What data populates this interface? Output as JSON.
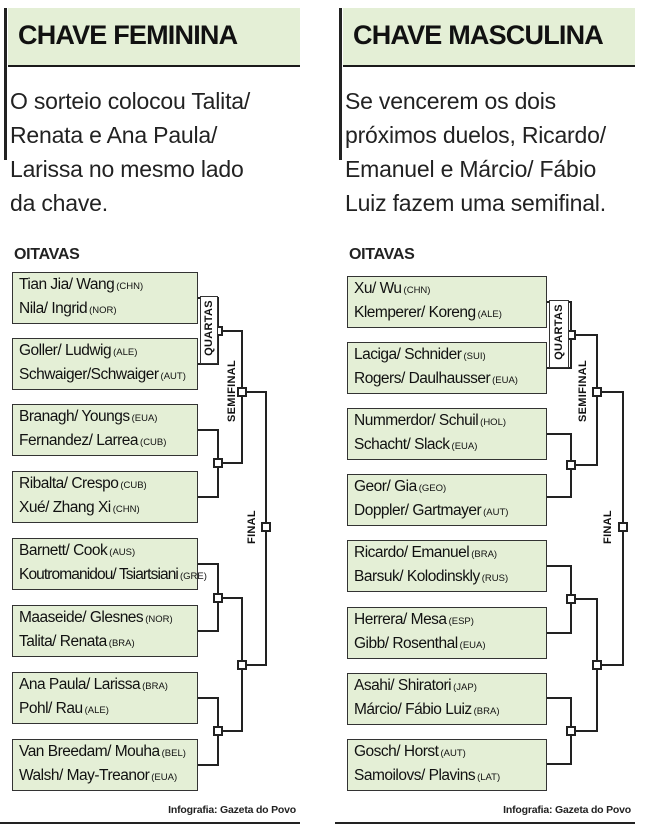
{
  "left": {
    "title": "CHAVE FEMININA",
    "intro": [
      "O sorteio colocou Talita/",
      "Renata e Ana Paula/",
      "Larissa no mesmo lado",
      "da chave."
    ],
    "round_label": "OITAVAS",
    "labels": {
      "quartas": "QUARTAS",
      "semifinal": "SEMIFINAL",
      "final": "FINAL"
    },
    "matches": [
      {
        "a": "Tian Jia/ Wang",
        "a_cc": "(CHN)",
        "b": "Nila/ Ingrid",
        "b_cc": "(NOR)"
      },
      {
        "a": "Goller/ Ludwig",
        "a_cc": "(ALE)",
        "b": "Schwaiger/Schwaiger",
        "b_cc": "(AUT)"
      },
      {
        "a": "Branagh/ Youngs",
        "a_cc": "(EUA)",
        "b": "Fernandez/ Larrea",
        "b_cc": "(CUB)"
      },
      {
        "a": "Ribalta/ Crespo",
        "a_cc": "(CUB)",
        "b": "Xué/ Zhang Xi",
        "b_cc": "(CHN)"
      },
      {
        "a": "Barnett/ Cook",
        "a_cc": "(AUS)",
        "b": "Koutromanidou/ Tsiartsiani",
        "b_cc": "(GRE)"
      },
      {
        "a": "Maaseide/ Glesnes",
        "a_cc": "(NOR)",
        "b": "Talita/ Renata",
        "b_cc": "(BRA)"
      },
      {
        "a": "Ana Paula/ Larissa",
        "a_cc": "(BRA)",
        "b": "Pohl/ Rau",
        "b_cc": "(ALE)"
      },
      {
        "a": "Van Breedam/ Mouha",
        "a_cc": "(BEL)",
        "b": "Walsh/ May-Treanor",
        "b_cc": "(EUA)"
      }
    ],
    "credit": "Infografia: Gazeta do Povo"
  },
  "right": {
    "title": "CHAVE MASCULINA",
    "intro": [
      "Se vencerem os dois",
      "próximos duelos, Ricardo/",
      "Emanuel e Márcio/ Fábio",
      "Luiz fazem uma semifinal."
    ],
    "round_label": "OITAVAS",
    "labels": {
      "quartas": "QUARTAS",
      "semifinal": "SEMIFINAL",
      "final": "FINAL"
    },
    "matches": [
      {
        "a": "Xu/ Wu",
        "a_cc": "(CHN)",
        "b": "Klemperer/ Koreng",
        "b_cc": "(ALE)"
      },
      {
        "a": "Laciga/ Schnider",
        "a_cc": "(SUI)",
        "b": "Rogers/ Daulhausser",
        "b_cc": "(EUA)"
      },
      {
        "a": "Nummerdor/ Schuil",
        "a_cc": "(HOL)",
        "b": "Schacht/ Slack",
        "b_cc": "(EUA)"
      },
      {
        "a": "Geor/ Gia",
        "a_cc": "(GEO)",
        "b": "Doppler/ Gartmayer",
        "b_cc": "(AUT)"
      },
      {
        "a": "Ricardo/ Emanuel",
        "a_cc": "(BRA)",
        "b": "Barsuk/ Kolodinskly",
        "b_cc": "(RUS)"
      },
      {
        "a": "Herrera/ Mesa",
        "a_cc": "(ESP)",
        "b": "Gibb/ Rosenthal",
        "b_cc": "(EUA)"
      },
      {
        "a": "Asahi/ Shiratori",
        "a_cc": "(JAP)",
        "b": "Márcio/ Fábio Luiz",
        "b_cc": "(BRA)"
      },
      {
        "a": "Gosch/ Horst",
        "a_cc": "(AUT)",
        "b": "Samoilovs/ Plavins",
        "b_cc": "(LAT)"
      }
    ],
    "credit": "Infografia: Gazeta do Povo"
  }
}
